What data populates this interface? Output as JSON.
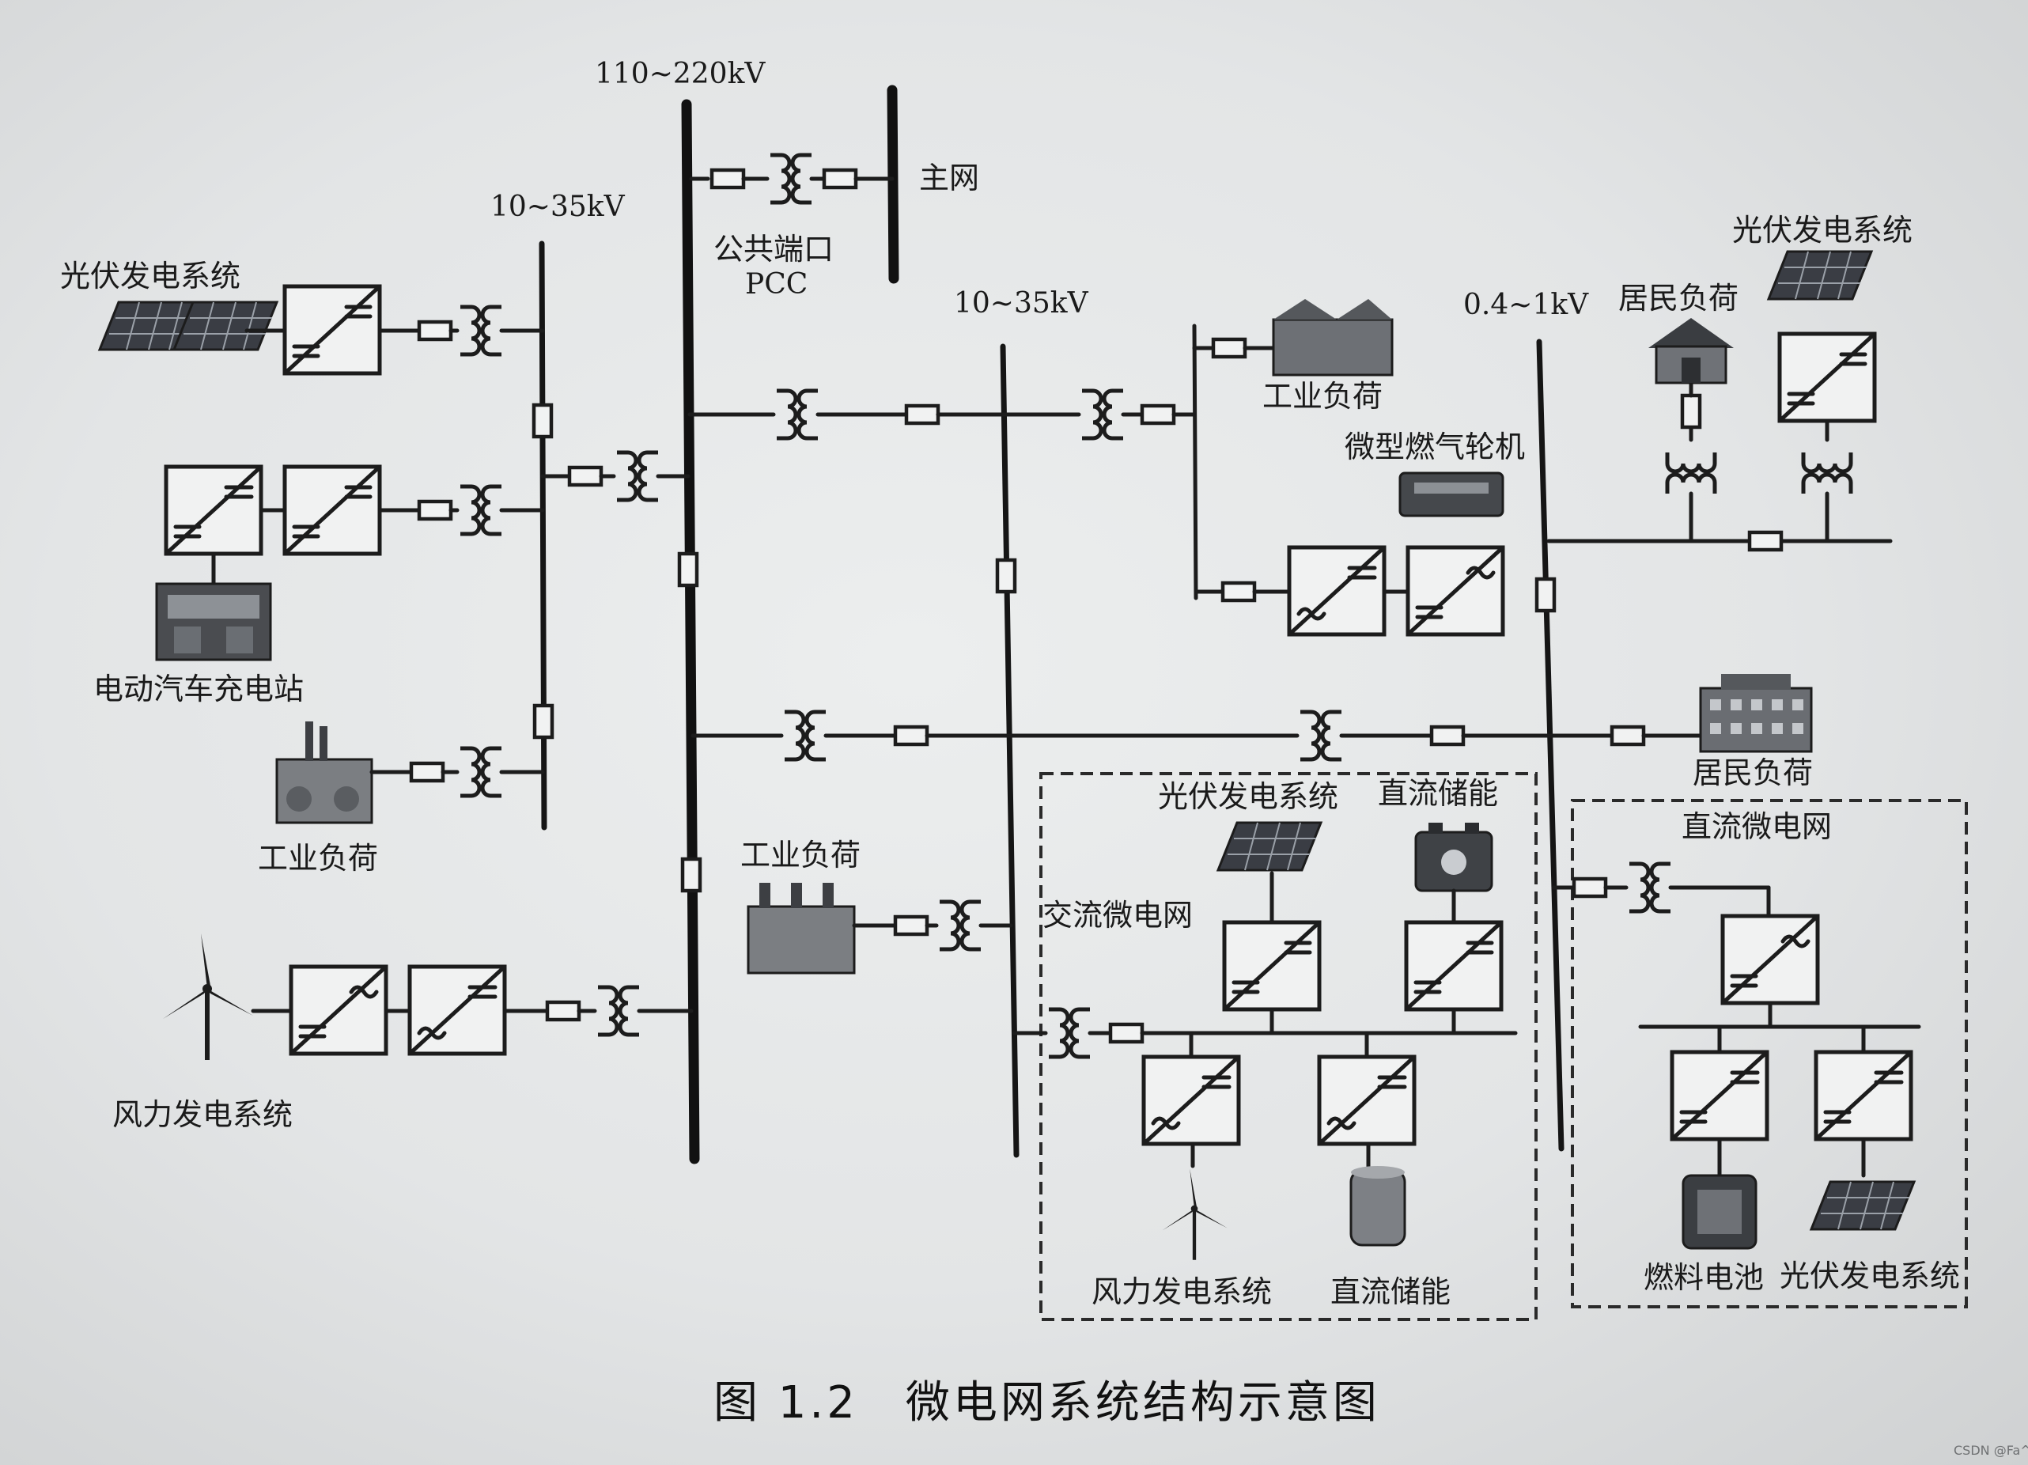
{
  "caption": "图 1.2　微电网系统结构示意图",
  "watermark": "CSDN @Fa^(B)",
  "voltages": {
    "hv_bus": "110~220kV",
    "left_bus": "10~35kV",
    "mid_bus": "10~35kV",
    "lv_bus": "0.4~1kV"
  },
  "labels": {
    "main_grid": "主网",
    "pcc_line1": "公共端口",
    "pcc_line2": "PCC",
    "pv_left": "光伏发电系统",
    "ev_station": "电动汽车充电站",
    "industrial_left": "工业负荷",
    "wind_left": "风力发电系统",
    "industrial_mid": "工业负荷",
    "industrial_top": "工业负荷",
    "micro_turbine": "微型燃气轮机",
    "residential_top": "居民负荷",
    "pv_top_right": "光伏发电系统",
    "residential_mid": "居民负荷",
    "ac_microgrid": "交流微电网",
    "ac_pv": "光伏发电系统",
    "ac_dc_storage": "直流储能",
    "ac_wind": "风力发电系统",
    "ac_dc_storage_bottom": "直流储能",
    "dc_microgrid": "直流微电网",
    "fuel_cell": "燃料电池",
    "dc_pv": "光伏发电系统"
  },
  "colors": {
    "ink": "#1c1c1c",
    "paper": "#e6e8e9"
  },
  "icons": [
    "solar-panel-icon",
    "ev-station-icon",
    "factory-icon",
    "wind-turbine-icon",
    "house-icon",
    "building-icon",
    "battery-icon",
    "gas-turbine-icon",
    "fuel-cell-icon"
  ]
}
